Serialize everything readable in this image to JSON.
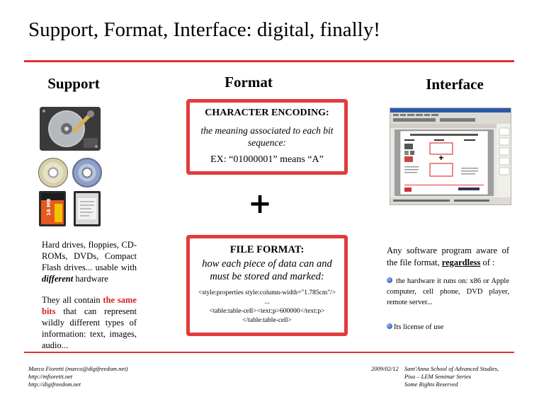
{
  "slide": {
    "title": "Support, Format, Interface: digital, finally!"
  },
  "support": {
    "heading": "Support",
    "text1_a": "Hard drives, floppies, CD-ROMs, DVDs, Compact Flash drives... usable with ",
    "text1_em": "different",
    "text1_b": " hardware",
    "text2_a": "They all contain ",
    "text2_red": "the same bits",
    "text2_b": " that can represent wildly different types of information: text, images, audio...",
    "cf_label": "16 MB"
  },
  "format": {
    "heading": "Format",
    "plus": "+",
    "box1": {
      "title": "CHARACTER ENCODING:",
      "desc": "the meaning associated to each bit sequence:",
      "example": "EX: “01000001” means “A”"
    },
    "box2": {
      "title": "FILE FORMAT:",
      "desc": "how each piece of data can and must be stored and marked:",
      "code1": "<style:properties style:column-width=\"1.785cm\"/>",
      "code2": "...",
      "code3": "<table:table-cell><text:p>600000</text:p></table:table-cell>"
    }
  },
  "interface": {
    "heading": "Interface",
    "para_a": "Any software program aware of the file format, ",
    "para_u": "regardless",
    "para_b": " of :",
    "bullet1": " the hardware it runs on: x86 or Apple computer, cell phone, DVD player, remote server...",
    "bullet2": "Its license of use"
  },
  "footer": {
    "author": "Marco Fioretti (marco@digifreedom.net)",
    "url1": "http://mfioretti.net",
    "url2": "http://digifreedom.net",
    "date": "2009/02/12",
    "org1": "Sant'Anna School of Advanced Studies,",
    "org2": "Pisa –  LEM Seminar Series",
    "org3": "Some Rights Reserved"
  },
  "colors": {
    "accent": "#e03030",
    "box_border": "#e33b3b",
    "highlight_text": "#d42020"
  }
}
